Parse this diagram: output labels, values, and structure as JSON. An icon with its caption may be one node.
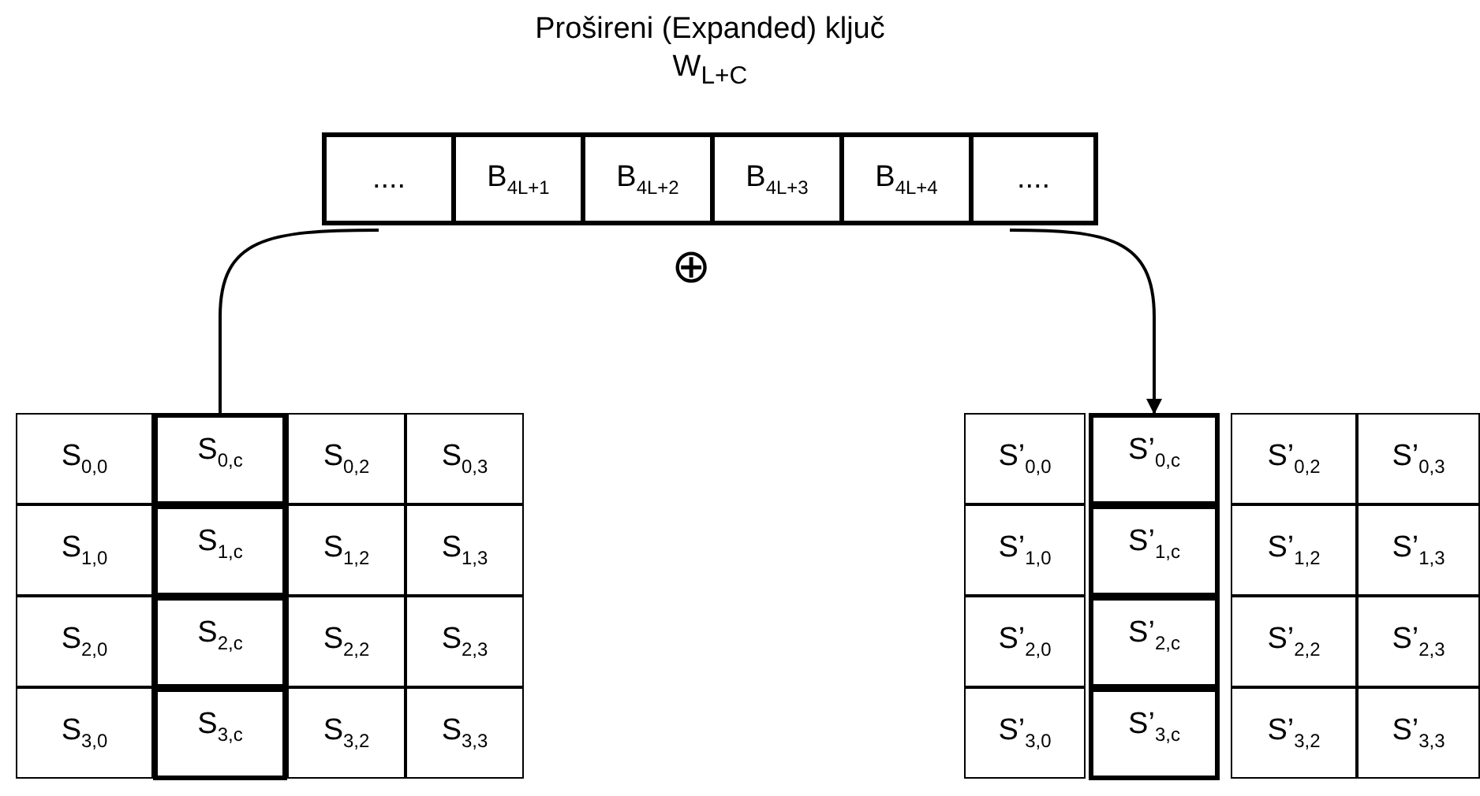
{
  "diagram": {
    "nodes": [
      {
        "text": [
          "Prošireni (Expanded) ključ",
          "W$_{L+C}$"
        ]
      },
      {
        "text": [
          "...."
        ],
        "in": 0
      },
      {
        "text": [
          "B$_{4L+1}$"
        ],
        "in": 0
      },
      {
        "text": [
          "B$_{4L+2}$"
        ],
        "in": 0
      },
      {
        "text": [
          "B$_{4L+3}$"
        ],
        "in": 0
      },
      {
        "text": [
          "B$_{4L+4}$"
        ],
        "in": 0
      },
      {
        "text": [
          "...."
        ],
        "in": 0
      },
      {
        "text": [
          "S$_{0,0}$"
        ]
      },
      {
        "text": [
          "S$_{0,c}$"
        ]
      },
      {
        "text": [
          "S$_{0,2}$"
        ]
      },
      {
        "text": [
          "S$_{0,3}$"
        ]
      },
      {
        "text": [
          "S$_{1,0}$"
        ]
      },
      {
        "text": [
          "S$_{1,c}$"
        ]
      },
      {
        "text": [
          "S$_{1,2}$"
        ]
      },
      {
        "text": [
          "S$_{1,3}$"
        ]
      },
      {
        "text": [
          "S$_{2,0}$"
        ]
      },
      {
        "text": [
          "S$_{2,c}$"
        ]
      },
      {
        "text": [
          "S$_{2,2}$"
        ]
      },
      {
        "text": [
          "S$_{2,3}$"
        ]
      },
      {
        "text": [
          "S$_{3,0}$"
        ]
      },
      {
        "text": [
          "S$_{3,c}$"
        ]
      },
      {
        "text": [
          "S$_{3,2}$"
        ]
      },
      {
        "text": [
          "S$_{3,3}$"
        ]
      },
      {
        "text": [
          "S’$_{0,0}$"
        ]
      },
      {
        "text": [
          "S’$_{0,c}$"
        ]
      },
      {
        "text": [
          "S’$_{0,2}$"
        ]
      },
      {
        "text": [
          "S’$_{0,3}$"
        ]
      },
      {
        "text": [
          "S’$_{1,0}$"
        ]
      },
      {
        "text": [
          "S’$_{1,c}$"
        ]
      },
      {
        "text": [
          "S’$_{1,2}$"
        ]
      },
      {
        "text": [
          "S’$_{1,3}$"
        ]
      },
      {
        "text": [
          "S’$_{2,0}$"
        ]
      },
      {
        "text": [
          "S’$_{2,c}$"
        ]
      },
      {
        "text": [
          "S’$_{2,2}$"
        ]
      },
      {
        "text": [
          "S’$_{2,3}$"
        ]
      },
      {
        "text": [
          "S’$_{3,0}$"
        ]
      },
      {
        "text": [
          "S’$_{3,c}$"
        ]
      },
      {
        "text": [
          "S’$_{3,2}$"
        ]
      },
      {
        "text": [
          "S’$_{3,3}$"
        ]
      }
    ],
    "edges": [
      {
        "from": 8,
        "to": 0,
        "arrow": "none"
      },
      {
        "from": 0,
        "to": 24,
        "arrow": "to"
      }
    ],
    "labels": [
      "⊕"
    ]
  }
}
